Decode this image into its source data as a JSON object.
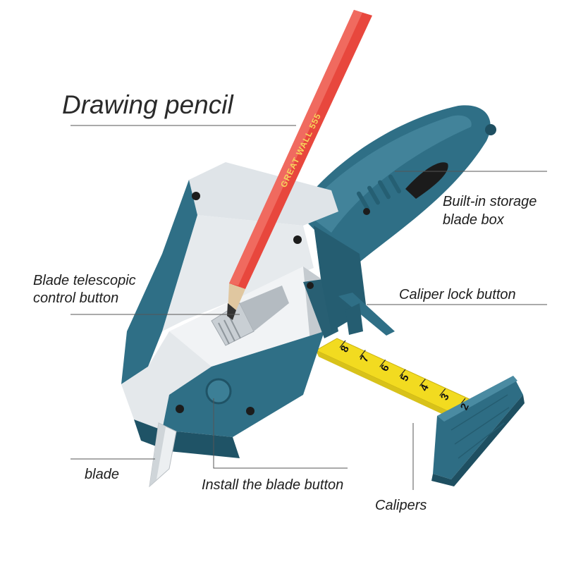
{
  "labels": {
    "drawing_pencil": "Drawing pencil",
    "storage_line1": "Built-in storage",
    "storage_line2": "blade box",
    "telescopic_line1": "Blade telescopic",
    "telescopic_line2": "control button",
    "caliper_lock": "Caliper lock button",
    "blade": "blade",
    "install_button": "Install the blade button",
    "calipers": "Calipers"
  },
  "pencil_print": "GREAT WALL 555",
  "tape_ticks": [
    "8",
    "7",
    "6",
    "5",
    "4",
    "3",
    "2"
  ],
  "colors": {
    "body_teal": "#2f6f86",
    "body_teal_dark": "#1f5366",
    "face_white": "#e8ecef",
    "pencil_red": "#e8473d",
    "tape_yellow": "#f5e027",
    "leader_line": "#555555"
  }
}
